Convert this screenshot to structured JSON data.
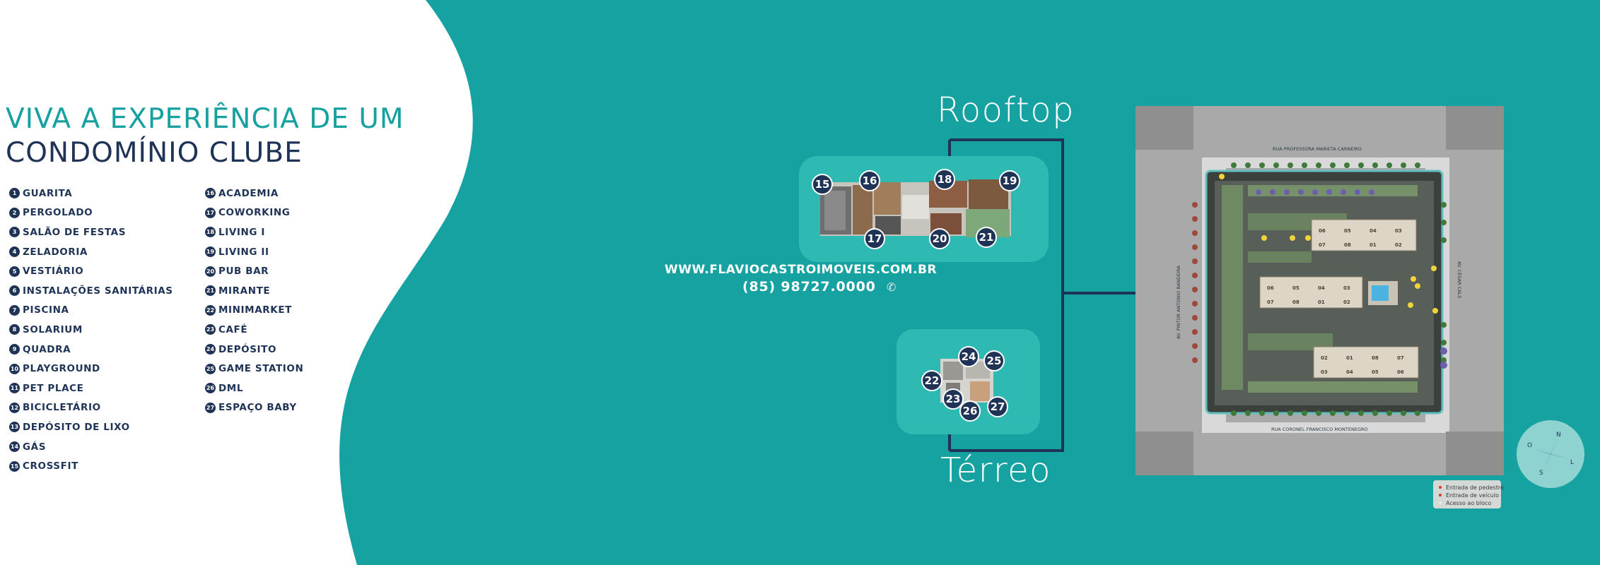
{
  "title": {
    "line1": "VIVA A EXPERIÊNCIA DE UM",
    "line2": "CONDOMÍNIO CLUBE"
  },
  "legend": {
    "col1": [
      {
        "num": "1",
        "label": "GUARITA"
      },
      {
        "num": "2",
        "label": "PERGOLADO"
      },
      {
        "num": "3",
        "label": "SALÃO DE FESTAS"
      },
      {
        "num": "4",
        "label": "ZELADORIA"
      },
      {
        "num": "5",
        "label": "VESTIÁRIO"
      },
      {
        "num": "6",
        "label": "INSTALAÇÕES SANITÁRIAS"
      },
      {
        "num": "7",
        "label": "PISCINA"
      },
      {
        "num": "8",
        "label": "SOLARIUM"
      },
      {
        "num": "9",
        "label": "QUADRA"
      },
      {
        "num": "10",
        "label": "PLAYGROUND"
      },
      {
        "num": "11",
        "label": "PET PLACE"
      },
      {
        "num": "12",
        "label": "BICICLETÁRIO"
      },
      {
        "num": "13",
        "label": "DEPÓSITO DE LIXO"
      },
      {
        "num": "14",
        "label": "GÁS"
      },
      {
        "num": "15",
        "label": "CROSSFIT"
      }
    ],
    "col2": [
      {
        "num": "16",
        "label": "ACADEMIA"
      },
      {
        "num": "17",
        "label": "COWORKING"
      },
      {
        "num": "18",
        "label": "LIVING I"
      },
      {
        "num": "19",
        "label": "LIVING II"
      },
      {
        "num": "20",
        "label": "PUB BAR"
      },
      {
        "num": "21",
        "label": "MIRANTE"
      },
      {
        "num": "22",
        "label": "MINIMARKET"
      },
      {
        "num": "23",
        "label": "CAFÉ"
      },
      {
        "num": "24",
        "label": "DEPÓSITO"
      },
      {
        "num": "25",
        "label": "GAME STATION"
      },
      {
        "num": "26",
        "label": "DML"
      },
      {
        "num": "27",
        "label": "ESPAÇO BABY"
      }
    ]
  },
  "floors": {
    "rooftop": "Rooftop",
    "terreo": "Térreo"
  },
  "contact": {
    "url": "WWW.FLAVIOCASTROIMOVEIS.COM.BR",
    "phone": "(85) 98727.0000",
    "phone_icon": "whatsapp-icon"
  },
  "rooftop_tags": [
    "15",
    "16",
    "17",
    "18",
    "19",
    "20",
    "21"
  ],
  "terreo_tags": [
    "22",
    "23",
    "24",
    "25",
    "26",
    "27"
  ],
  "site_plan": {
    "street_top": "RUA PROFESSORA MARIETA CARNEIRO",
    "street_bottom": "RUA CORONEL FRANCISCO MONTENEGRO",
    "street_left": "AV. PINTOR ANTONIO BANDEIRA",
    "street_right": "AV. CÉSAR CALS",
    "tower_units": {
      "t1_row1": [
        "06",
        "05",
        "04",
        "03"
      ],
      "t1_row2": [
        "07",
        "08",
        "01",
        "02"
      ],
      "t2_row1": [
        "06",
        "05",
        "04",
        "03"
      ],
      "t2_row2": [
        "07",
        "08",
        "01",
        "02"
      ],
      "t3_row1": [
        "02",
        "01",
        "08",
        "07"
      ],
      "t3_row2": [
        "03",
        "04",
        "05",
        "06"
      ]
    },
    "map_legend": [
      "Entrada de pedestre",
      "Entrada de veículo",
      "Acesso ao bloco"
    ]
  },
  "colors": {
    "teal_bg": "#17a2a2",
    "navy": "#1f3357",
    "panel": "#2fb9b3"
  }
}
